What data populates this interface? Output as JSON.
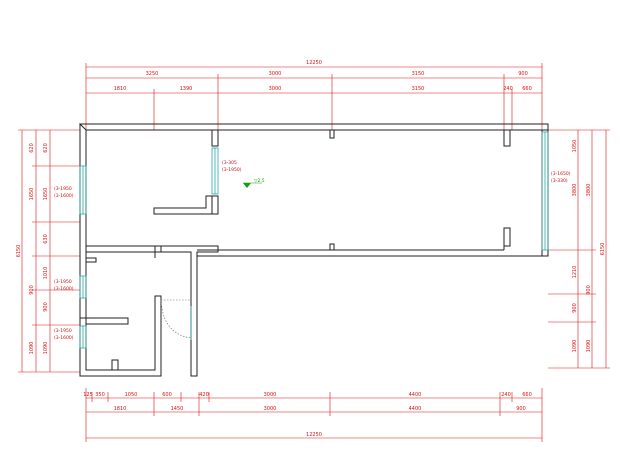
{
  "dimensions": {
    "top_total": "12250",
    "top_row1": [
      "3250",
      "3000",
      "3150",
      "900"
    ],
    "top_row2": [
      "1810",
      "1390",
      "3000",
      "3150",
      "240",
      "660"
    ],
    "bottom_total": "12250",
    "bottom_row1": [
      "1810",
      "1450",
      "3000",
      "4400",
      "900"
    ],
    "bottom_row2": [
      "125",
      "350",
      "1050",
      "600",
      "420",
      "3000",
      "4400",
      "240",
      "660"
    ],
    "left_total": "6150",
    "left_segments": [
      "620",
      "1650",
      "630",
      "1010",
      "900",
      "1090"
    ],
    "right_total": "6150",
    "right_segments": [
      "1050",
      "3800",
      "1210",
      "900",
      "1090"
    ]
  },
  "labels": {
    "window_left_upper": [
      "(3-1950",
      "(3-1600)"
    ],
    "window_left_middle": [
      "(3-1950",
      "(3-1600)"
    ],
    "window_left_lower": [
      "(3-1950",
      "(3-1600)"
    ],
    "window_center": [
      "(3-305",
      "(3-1950)"
    ],
    "window_right": [
      "(3-1650)",
      "(3-330)"
    ],
    "marker": "▽2.5"
  },
  "colors": {
    "dimension": "#e01010",
    "wall": "#222222",
    "window": "#2aa7a7",
    "marker": "#10a010"
  }
}
